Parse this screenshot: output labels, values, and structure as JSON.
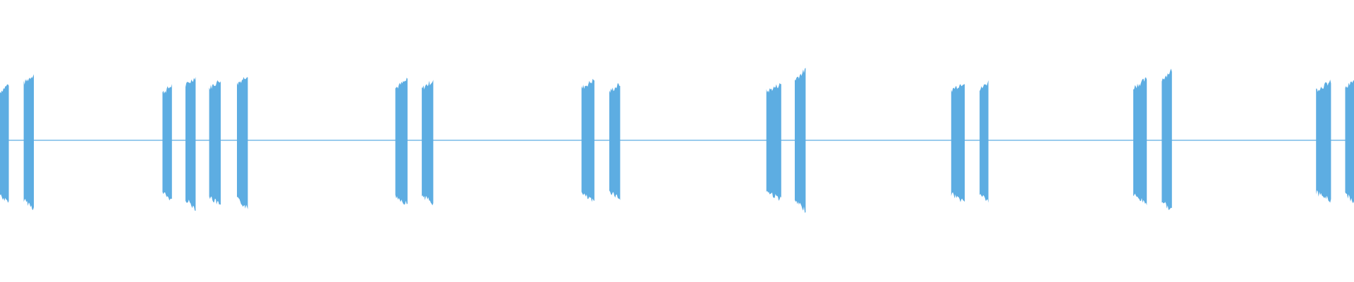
{
  "waveform": {
    "color": "#5DADE2",
    "background": "#FFFFFF",
    "bursts": [
      {
        "start": 0.0,
        "end": 0.0065,
        "amp_top": 0.8,
        "amp_bottom": 0.9
      },
      {
        "start": 0.0175,
        "end": 0.025,
        "amp_top": 0.94,
        "amp_bottom": 0.97
      },
      {
        "start": 0.12,
        "end": 0.127,
        "amp_top": 0.78,
        "amp_bottom": 0.86
      },
      {
        "start": 0.137,
        "end": 0.1445,
        "amp_top": 0.9,
        "amp_bottom": 0.97
      },
      {
        "start": 0.1545,
        "end": 0.163,
        "amp_top": 0.86,
        "amp_bottom": 0.93
      },
      {
        "start": 0.175,
        "end": 0.183,
        "amp_top": 0.93,
        "amp_bottom": 0.97
      },
      {
        "start": 0.292,
        "end": 0.301,
        "amp_top": 0.86,
        "amp_bottom": 0.91
      },
      {
        "start": 0.3115,
        "end": 0.32,
        "amp_top": 0.85,
        "amp_bottom": 0.9
      },
      {
        "start": 0.4295,
        "end": 0.439,
        "amp_top": 0.86,
        "amp_bottom": 0.88
      },
      {
        "start": 0.45,
        "end": 0.458,
        "amp_top": 0.8,
        "amp_bottom": 0.83
      },
      {
        "start": 0.566,
        "end": 0.577,
        "amp_top": 0.8,
        "amp_bottom": 0.84
      },
      {
        "start": 0.587,
        "end": 0.595,
        "amp_top": 1.0,
        "amp_bottom": 1.0
      },
      {
        "start": 0.7025,
        "end": 0.7125,
        "amp_top": 0.83,
        "amp_bottom": 0.88
      },
      {
        "start": 0.7235,
        "end": 0.73,
        "amp_top": 0.83,
        "amp_bottom": 0.87
      },
      {
        "start": 0.837,
        "end": 0.847,
        "amp_top": 0.87,
        "amp_bottom": 0.9
      },
      {
        "start": 0.858,
        "end": 0.8655,
        "amp_top": 1.0,
        "amp_bottom": 1.0
      },
      {
        "start": 0.972,
        "end": 0.983,
        "amp_top": 0.83,
        "amp_bottom": 0.86
      },
      {
        "start": 0.9935,
        "end": 1.0,
        "amp_top": 0.85,
        "amp_bottom": 0.88
      }
    ]
  }
}
